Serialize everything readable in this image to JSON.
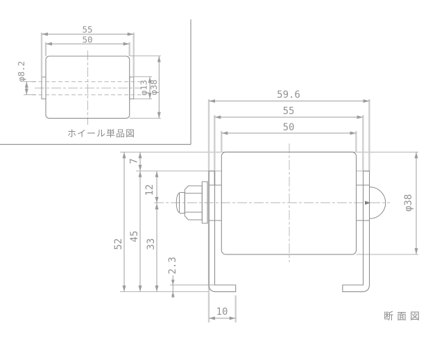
{
  "drawing": {
    "background": "#ffffff",
    "line_color": "#8d8d8d",
    "dim_line_color": "#9c9c9c",
    "extension_line_color": "#cfcfcf",
    "centerline_color": "#b9b9b9",
    "text_color": "#929292"
  },
  "inset": {
    "title": "ホイール単品図",
    "dims": {
      "hub_width": "55",
      "wheel_width": "50",
      "bore_dia": "φ8.2",
      "hub_dia": "φ13",
      "wheel_dia": "φ38"
    }
  },
  "main": {
    "title": "断面図",
    "dims": {
      "overall_width": "59.6",
      "hub_width": "55",
      "wheel_width": "50",
      "wheel_dia": "φ38",
      "overall_height": "52",
      "frame_height": "45",
      "axle_to_bottom": "33",
      "wheel_protrusion": "7",
      "frame_top_to_axle": "12",
      "material_thickness": "2.3",
      "foot_width": "10"
    }
  }
}
